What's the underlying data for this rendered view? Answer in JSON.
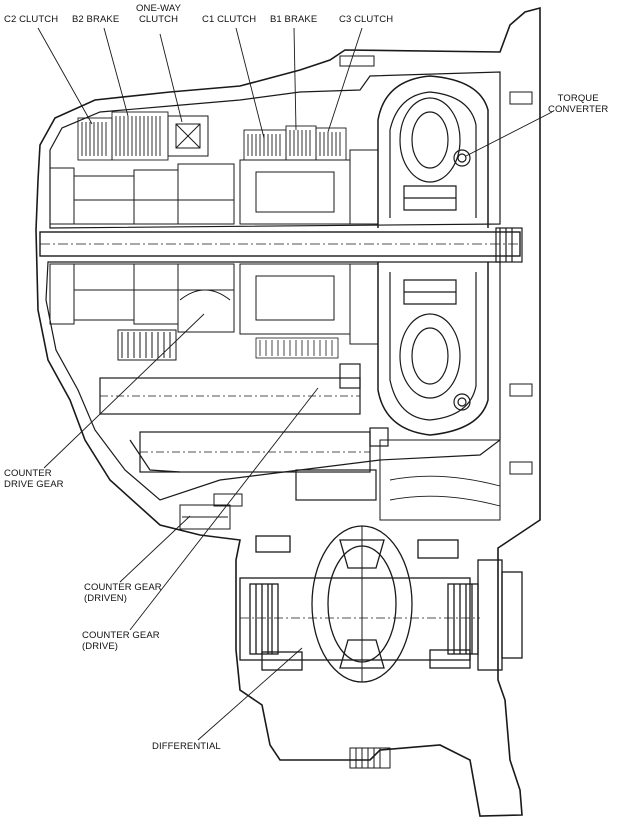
{
  "labels": {
    "c2_clutch": "C2 CLUTCH",
    "b2_brake": "B2 BRAKE",
    "one_way_clutch": [
      "ONE-WAY",
      "CLUTCH"
    ],
    "c1_clutch": "C1 CLUTCH",
    "b1_brake": "B1 BRAKE",
    "c3_clutch": "C3 CLUTCH",
    "torque_converter": [
      "TORQUE",
      "CONVERTER"
    ],
    "counter_drive_gear": [
      "COUNTER",
      "DRIVE GEAR"
    ],
    "counter_gear_driven": [
      "COUNTER GEAR",
      "(DRIVEN)"
    ],
    "counter_gear_drive": [
      "COUNTER GEAR",
      "(DRIVE)"
    ],
    "differential": "DIFFERENTIAL"
  },
  "colors": {
    "line": "#1a1a1a",
    "background": "#ffffff"
  }
}
